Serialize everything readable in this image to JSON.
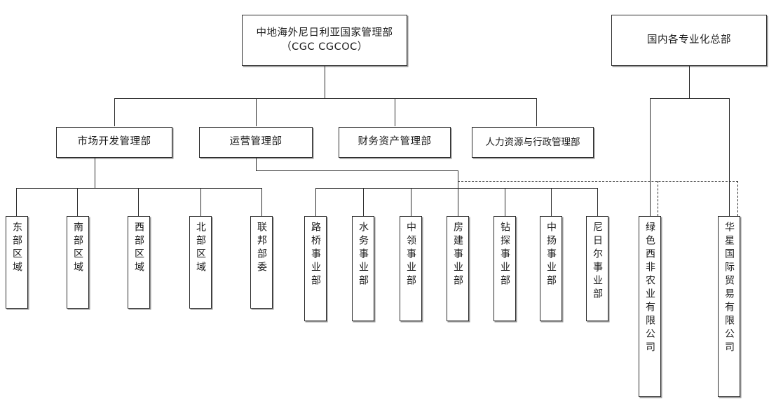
{
  "chart_title": "",
  "root": {
    "label": "中地海外尼日利亚国家管理部\n（CGC  CGCOC）"
  },
  "root_right": {
    "label": "国内各专业化总部"
  },
  "departments": [
    {
      "label": "市场开发管理部"
    },
    {
      "label": "运营管理部"
    },
    {
      "label": "财务资产管理部"
    },
    {
      "label": "人力资源与行政管理部"
    }
  ],
  "regions": [
    {
      "label": "东部区域"
    },
    {
      "label": "南部区域"
    },
    {
      "label": "西部区域"
    },
    {
      "label": "北部区域"
    },
    {
      "label": "联邦部委"
    }
  ],
  "business_units": [
    {
      "label": "路桥事业部"
    },
    {
      "label": "水务事业部"
    },
    {
      "label": "中领事业部"
    },
    {
      "label": "房建事业部"
    },
    {
      "label": "钻探事业部"
    },
    {
      "label": "中扬事业部"
    },
    {
      "label": "尼日尔事业部"
    }
  ],
  "subsidiaries": [
    {
      "label": "绿色西非农业有限公司"
    },
    {
      "label": "华星国际贸易有限公司"
    }
  ],
  "colors": {
    "line": "#2b2b2b",
    "box_border": "#2b2b2b",
    "background": "#ffffff",
    "text": "#1a1a1a"
  }
}
